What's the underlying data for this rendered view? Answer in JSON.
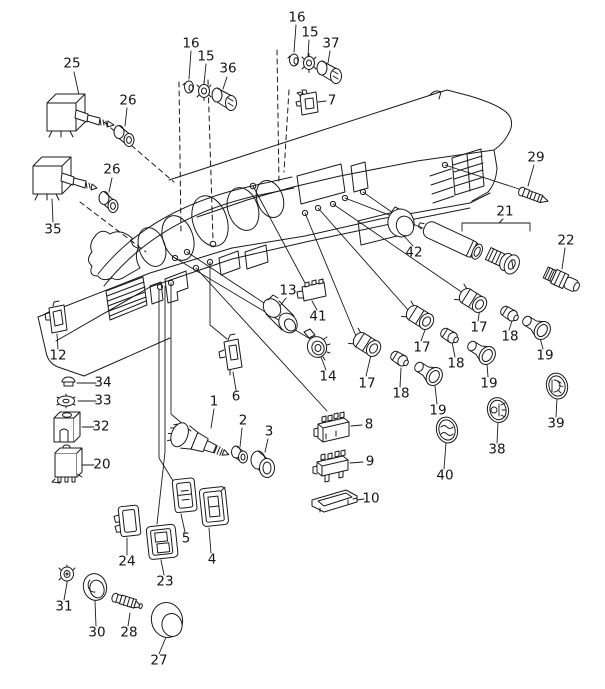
{
  "diagram": {
    "description": "Exploded parts diagram of a car dashboard with switches, relays, bulb sockets and caps",
    "background_color": "#ffffff",
    "line_color": "#1a1a1a"
  },
  "callouts": {
    "c25": {
      "label": "25"
    },
    "c26a": {
      "label": "26"
    },
    "c26b": {
      "label": "26"
    },
    "c35": {
      "label": "35"
    },
    "c16a": {
      "label": "16"
    },
    "c15a": {
      "label": "15"
    },
    "c36": {
      "label": "36"
    },
    "c16b": {
      "label": "16"
    },
    "c15b": {
      "label": "15"
    },
    "c37": {
      "label": "37"
    },
    "c7": {
      "label": "7"
    },
    "c29": {
      "label": "29"
    },
    "c21": {
      "label": "21"
    },
    "c22": {
      "label": "22"
    },
    "c42": {
      "label": "42"
    },
    "c13": {
      "label": "13"
    },
    "c41": {
      "label": "41"
    },
    "c14": {
      "label": "14"
    },
    "c17a": {
      "label": "17"
    },
    "c17b": {
      "label": "17"
    },
    "c17c": {
      "label": "17"
    },
    "c18a": {
      "label": "18"
    },
    "c18b": {
      "label": "18"
    },
    "c18c": {
      "label": "18"
    },
    "c19a": {
      "label": "19"
    },
    "c19b": {
      "label": "19"
    },
    "c19c": {
      "label": "19"
    },
    "c39": {
      "label": "39"
    },
    "c38": {
      "label": "38"
    },
    "c40": {
      "label": "40"
    },
    "c8": {
      "label": "8"
    },
    "c9": {
      "label": "9"
    },
    "c10": {
      "label": "10"
    },
    "c1": {
      "label": "1"
    },
    "c2": {
      "label": "2"
    },
    "c3": {
      "label": "3"
    },
    "c6": {
      "label": "6"
    },
    "c5": {
      "label": "5"
    },
    "c4": {
      "label": "4"
    },
    "c23": {
      "label": "23"
    },
    "c24": {
      "label": "24"
    },
    "c12": {
      "label": "12"
    },
    "c34": {
      "label": "34"
    },
    "c33": {
      "label": "33"
    },
    "c32": {
      "label": "32"
    },
    "c20": {
      "label": "20"
    },
    "c31": {
      "label": "31"
    },
    "c30": {
      "label": "30"
    },
    "c28": {
      "label": "28"
    },
    "c27": {
      "label": "27"
    }
  }
}
